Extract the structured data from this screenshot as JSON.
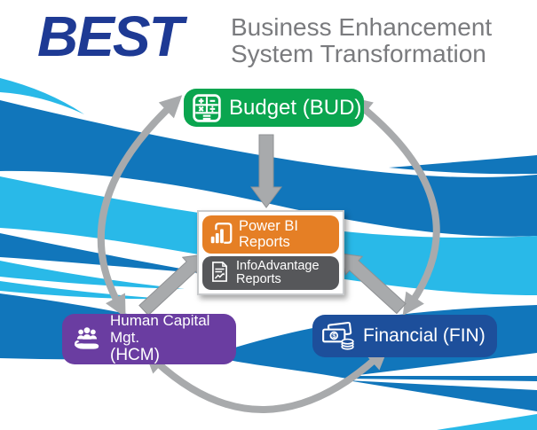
{
  "header": {
    "logo": "BEST",
    "subtitle_line1": "Business Enhancement",
    "subtitle_line2": "System Transformation"
  },
  "nodes": {
    "budget": {
      "label": "Budget (BUD)",
      "color": "#0aa54f",
      "icon": "calculator-icon"
    },
    "power_bi": {
      "line1": "Power BI",
      "line2": "Reports",
      "color": "#e57f25",
      "icon": "power-bi-icon"
    },
    "infoadvantage": {
      "line1": "InfoAdvantage",
      "line2": "Reports",
      "color": "#56575a",
      "icon": "report-document-icon"
    },
    "hcm": {
      "line1": "Human Capital Mgt.",
      "line2": "(HCM)",
      "color": "#6a3da1",
      "icon": "hand-people-icon"
    },
    "financial": {
      "label": "Financial (FIN)",
      "color": "#1d4f9b",
      "icon": "money-icon"
    }
  },
  "connections": [
    {
      "from": "budget",
      "to": "reports-center",
      "type": "one-way"
    },
    {
      "from": "hcm",
      "to": "reports-center",
      "type": "one-way"
    },
    {
      "from": "financial",
      "to": "reports-center",
      "type": "one-way"
    },
    {
      "from": "budget",
      "to": "hcm",
      "type": "two-way"
    },
    {
      "from": "budget",
      "to": "financial",
      "type": "two-way"
    },
    {
      "from": "hcm",
      "to": "financial",
      "type": "two-way"
    }
  ],
  "colors": {
    "logo_blue": "#1e3a94",
    "subtitle_gray": "#7a7b7e",
    "swoosh_dark_blue": "#1176bb",
    "swoosh_light_blue": "#29b9e8",
    "arrow_gray": "#a8aaac",
    "center_box_border": "#c9cbcd"
  }
}
